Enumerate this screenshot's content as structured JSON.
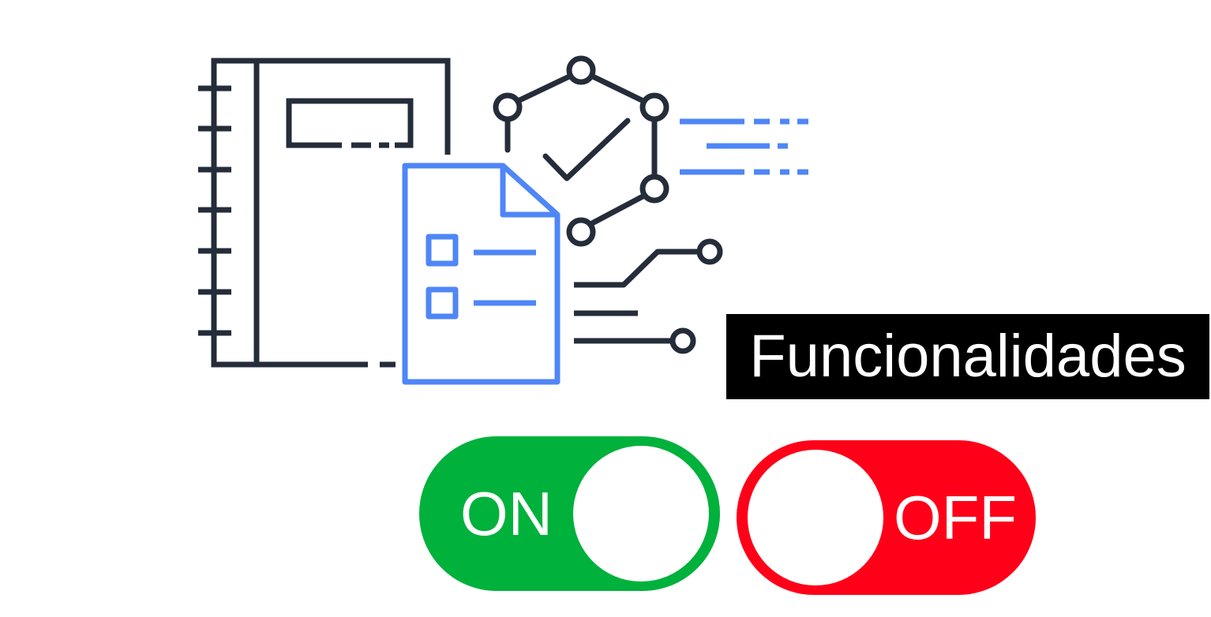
{
  "title": "Funcionalidades",
  "toggles": {
    "on": {
      "label": "ON",
      "state": "on",
      "color": "#00b13c"
    },
    "off": {
      "label": "OFF",
      "state": "off",
      "color": "#ff0019"
    }
  },
  "colors": {
    "outline_dark": "#252c3a",
    "accent_blue": "#4f86f7",
    "title_background": "#000000",
    "title_text": "#ffffff"
  },
  "icons": [
    "notebook-icon",
    "document-checklist-icon",
    "hexagon-checkmark-icon",
    "circuit-lines-icon"
  ]
}
